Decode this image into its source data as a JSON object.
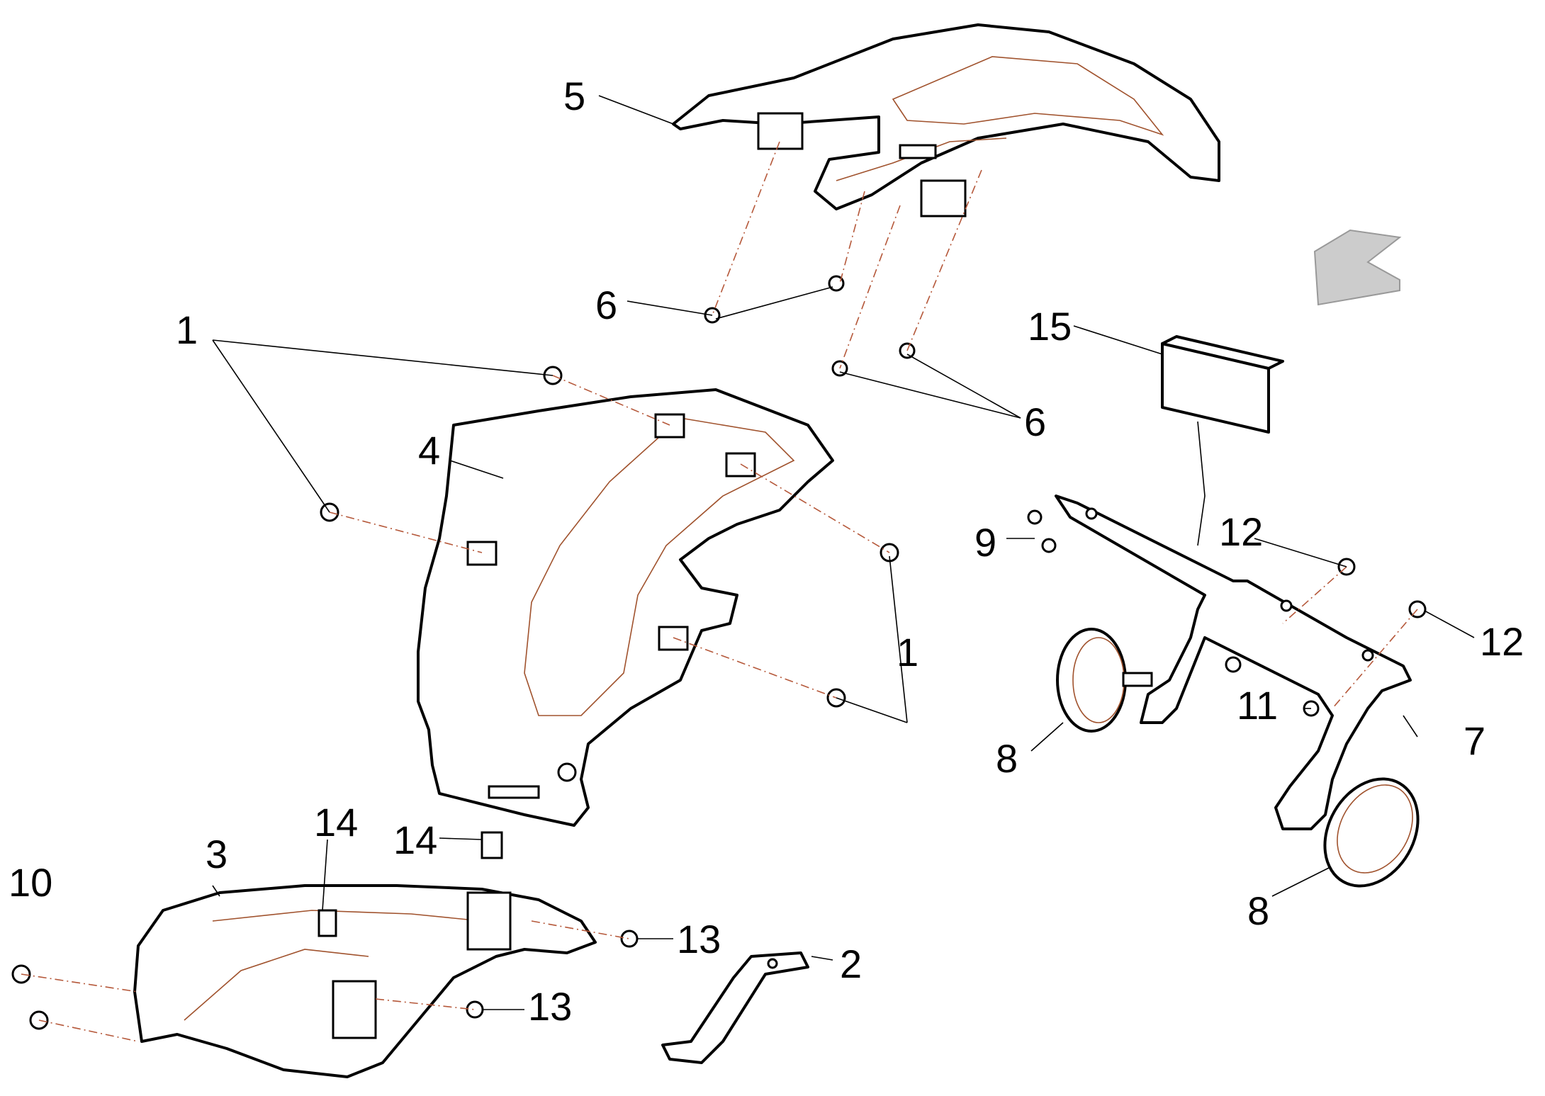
{
  "callouts": {
    "c1a": "1",
    "c1b": "1",
    "c2": "2",
    "c3": "3",
    "c4": "4",
    "c5": "5",
    "c6a": "6",
    "c6b": "6",
    "c7": "7",
    "c8a": "8",
    "c8b": "8",
    "c9": "9",
    "c10": "10",
    "c11": "11",
    "c12a": "12",
    "c12b": "12",
    "c13a": "13",
    "c13b": "13",
    "c14a": "14",
    "c14b": "14",
    "c15": "15"
  },
  "colors": {
    "outline": "#000000",
    "detail": "#a0522d",
    "dash": "#b5583a",
    "arrow": "#cccccc"
  }
}
